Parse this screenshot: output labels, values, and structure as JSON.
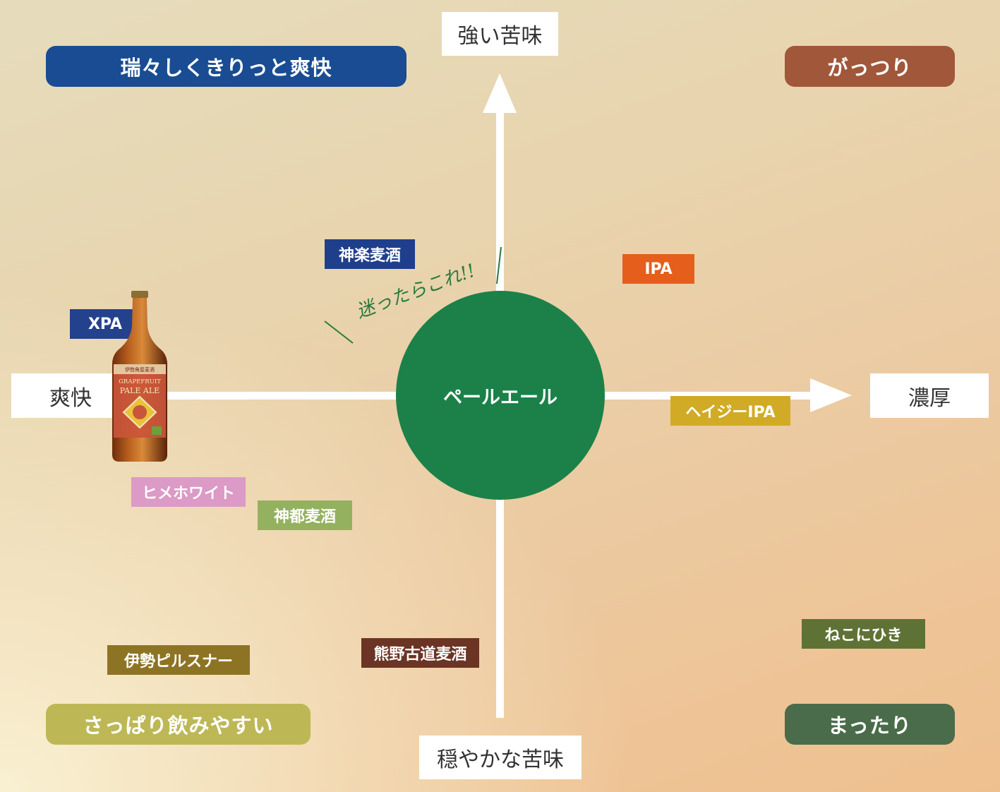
{
  "axes": {
    "top": "強い苦味",
    "bottom": "穏やかな苦味",
    "left": "爽快",
    "right": "濃厚"
  },
  "corners": {
    "top_left": "瑞々しくきりっと爽快",
    "top_right": "がっつり",
    "bottom_left": "さっぱり飲みやすい",
    "bottom_right": "まったり"
  },
  "center": {
    "label": "ペールエール",
    "note": "迷ったらこれ!!"
  },
  "beers": [
    {
      "name": "神楽麦酒",
      "color": "#1f3f8c"
    },
    {
      "name": "IPA",
      "color": "#e55e1c"
    },
    {
      "name": "XPA",
      "color": "#24418e"
    },
    {
      "name": "ヘイジーIPA",
      "color": "#d1ab25"
    },
    {
      "name": "ヒメホワイト",
      "color": "#dc9ac6"
    },
    {
      "name": "神都麦酒",
      "color": "#94b160"
    },
    {
      "name": "伊勢ピルスナー",
      "color": "#8d7424"
    },
    {
      "name": "熊野古道麦酒",
      "color": "#6b3424"
    },
    {
      "name": "ねこにひき",
      "color": "#5f7235"
    }
  ],
  "colors": {
    "center": "#1b8149",
    "top_left": "#194c92",
    "top_right": "#a1573a",
    "bottom_left": "#bdb855",
    "bottom_right": "#4a6c4a"
  },
  "bottle": {
    "brand_text": "伊勢角屋麦酒",
    "label_line1": "GRAPEFRUIT",
    "label_line2": "PALE ALE"
  }
}
